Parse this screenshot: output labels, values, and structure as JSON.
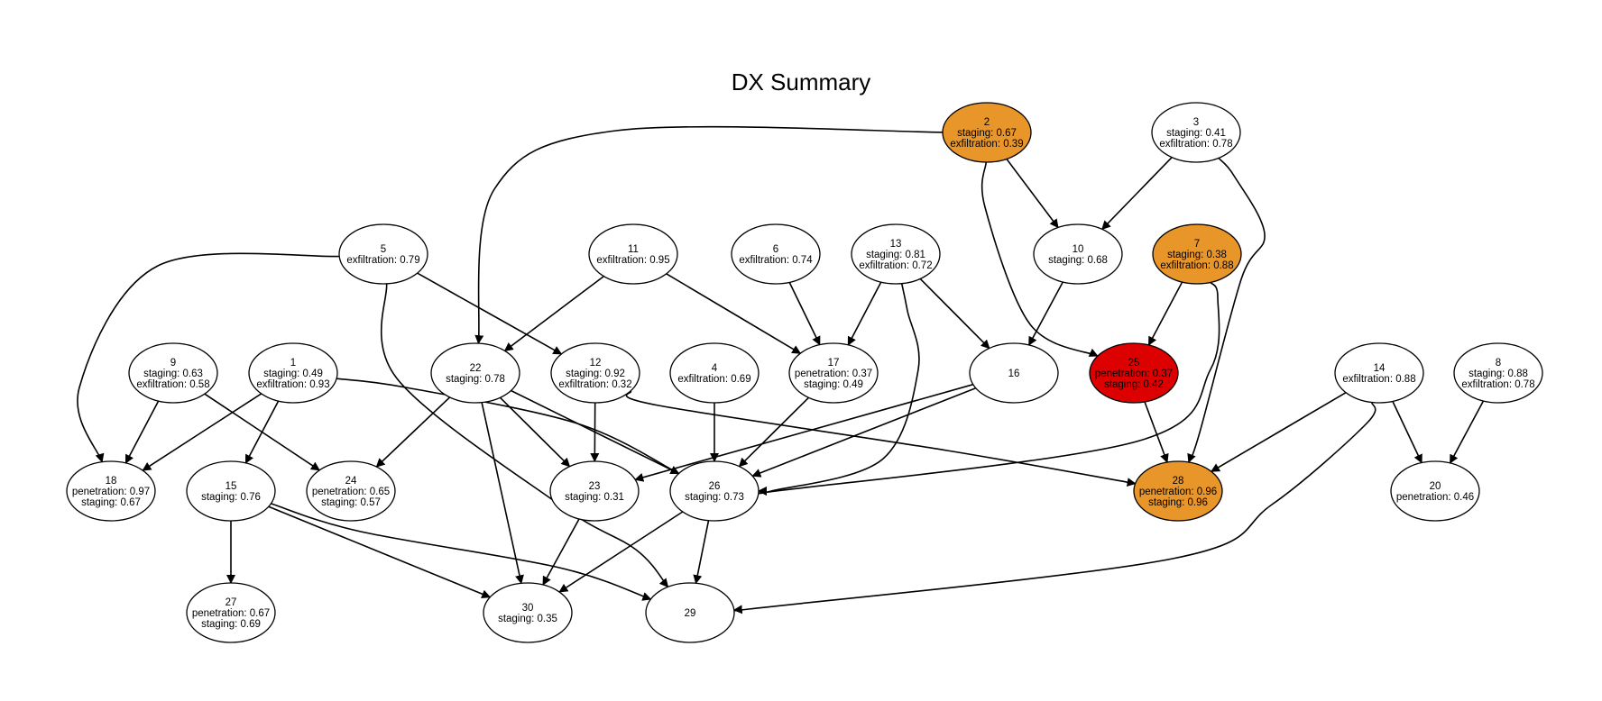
{
  "title": "DX Summary",
  "colors": {
    "default_fill": "#ffffff",
    "highlight_fill": "#e8952a",
    "critical_fill": "#dd0000",
    "critical_border": "#3333ff",
    "stroke": "#000000"
  },
  "nodes": [
    {
      "id": "2",
      "lines": [
        "2",
        "staging: 0.67",
        "exfiltration: 0.39"
      ],
      "style": "highlight"
    },
    {
      "id": "3",
      "lines": [
        "3",
        "staging: 0.41",
        "exfiltration: 0.78"
      ],
      "style": "default"
    },
    {
      "id": "5",
      "lines": [
        "5",
        "exfiltration: 0.79"
      ],
      "style": "default"
    },
    {
      "id": "11",
      "lines": [
        "11",
        "exfiltration: 0.95"
      ],
      "style": "default"
    },
    {
      "id": "6",
      "lines": [
        "6",
        "exfiltration: 0.74"
      ],
      "style": "default"
    },
    {
      "id": "13",
      "lines": [
        "13",
        "staging: 0.81",
        "exfiltration: 0.72"
      ],
      "style": "default"
    },
    {
      "id": "10",
      "lines": [
        "10",
        "staging: 0.68"
      ],
      "style": "default"
    },
    {
      "id": "7",
      "lines": [
        "7",
        "staging: 0.38",
        "exfiltration: 0.88"
      ],
      "style": "highlight"
    },
    {
      "id": "9",
      "lines": [
        "9",
        "staging: 0.63",
        "exfiltration: 0.58"
      ],
      "style": "default"
    },
    {
      "id": "1",
      "lines": [
        "1",
        "staging: 0.49",
        "exfiltration: 0.93"
      ],
      "style": "default"
    },
    {
      "id": "22",
      "lines": [
        "22",
        "staging: 0.78"
      ],
      "style": "default"
    },
    {
      "id": "12",
      "lines": [
        "12",
        "staging: 0.92",
        "exfiltration: 0.32"
      ],
      "style": "default"
    },
    {
      "id": "4",
      "lines": [
        "4",
        "exfiltration: 0.69"
      ],
      "style": "default"
    },
    {
      "id": "17",
      "lines": [
        "17",
        "penetration: 0.37",
        "staging: 0.49"
      ],
      "style": "default"
    },
    {
      "id": "16",
      "lines": [
        "16"
      ],
      "style": "default"
    },
    {
      "id": "25",
      "lines": [
        "25",
        "penetration: 0.37",
        "staging: 0.42"
      ],
      "style": "critical"
    },
    {
      "id": "14",
      "lines": [
        "14",
        "exfiltration: 0.88"
      ],
      "style": "default"
    },
    {
      "id": "8",
      "lines": [
        "8",
        "staging: 0.88",
        "exfiltration: 0.78"
      ],
      "style": "default"
    },
    {
      "id": "18",
      "lines": [
        "18",
        "penetration: 0.97",
        "staging: 0.67"
      ],
      "style": "default"
    },
    {
      "id": "15",
      "lines": [
        "15",
        "staging: 0.76"
      ],
      "style": "default"
    },
    {
      "id": "24",
      "lines": [
        "24",
        "penetration: 0.65",
        "staging: 0.57"
      ],
      "style": "default"
    },
    {
      "id": "23",
      "lines": [
        "23",
        "staging: 0.31"
      ],
      "style": "default"
    },
    {
      "id": "26",
      "lines": [
        "26",
        "staging: 0.73"
      ],
      "style": "default"
    },
    {
      "id": "28",
      "lines": [
        "28",
        "penetration: 0.96",
        "staging: 0.96"
      ],
      "style": "highlight"
    },
    {
      "id": "20",
      "lines": [
        "20",
        "penetration: 0.46"
      ],
      "style": "default"
    },
    {
      "id": "27",
      "lines": [
        "27",
        "penetration: 0.67",
        "staging: 0.69"
      ],
      "style": "default"
    },
    {
      "id": "30",
      "lines": [
        "30",
        "staging: 0.35"
      ],
      "style": "default"
    },
    {
      "id": "29",
      "lines": [
        "29"
      ],
      "style": "default"
    }
  ],
  "edges": [
    {
      "from": "2",
      "to": "22"
    },
    {
      "from": "2",
      "to": "10"
    },
    {
      "from": "2",
      "to": "25"
    },
    {
      "from": "3",
      "to": "10"
    },
    {
      "from": "3",
      "to": "28"
    },
    {
      "from": "5",
      "to": "18"
    },
    {
      "from": "5",
      "to": "12"
    },
    {
      "from": "5",
      "to": "29"
    },
    {
      "from": "11",
      "to": "22"
    },
    {
      "from": "11",
      "to": "17"
    },
    {
      "from": "6",
      "to": "17"
    },
    {
      "from": "13",
      "to": "17"
    },
    {
      "from": "13",
      "to": "16"
    },
    {
      "from": "13",
      "to": "26"
    },
    {
      "from": "10",
      "to": "16"
    },
    {
      "from": "7",
      "to": "25"
    },
    {
      "from": "7",
      "to": "26"
    },
    {
      "from": "9",
      "to": "18"
    },
    {
      "from": "9",
      "to": "24"
    },
    {
      "from": "1",
      "to": "18"
    },
    {
      "from": "1",
      "to": "15"
    },
    {
      "from": "1",
      "to": "26"
    },
    {
      "from": "22",
      "to": "24"
    },
    {
      "from": "22",
      "to": "23"
    },
    {
      "from": "22",
      "to": "26"
    },
    {
      "from": "22",
      "to": "30"
    },
    {
      "from": "12",
      "to": "23"
    },
    {
      "from": "12",
      "to": "28"
    },
    {
      "from": "4",
      "to": "26"
    },
    {
      "from": "17",
      "to": "26"
    },
    {
      "from": "16",
      "to": "23"
    },
    {
      "from": "16",
      "to": "26"
    },
    {
      "from": "25",
      "to": "28"
    },
    {
      "from": "14",
      "to": "28"
    },
    {
      "from": "14",
      "to": "20"
    },
    {
      "from": "14",
      "to": "29"
    },
    {
      "from": "8",
      "to": "20"
    },
    {
      "from": "15",
      "to": "27"
    },
    {
      "from": "15",
      "to": "30"
    },
    {
      "from": "15",
      "to": "29"
    },
    {
      "from": "23",
      "to": "30"
    },
    {
      "from": "26",
      "to": "30"
    },
    {
      "from": "26",
      "to": "29"
    }
  ]
}
